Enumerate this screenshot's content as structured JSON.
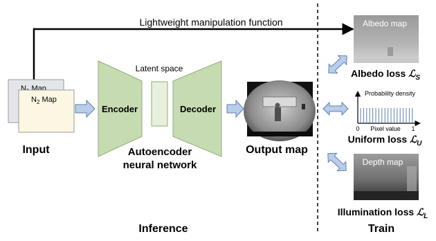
{
  "top_arrow_label": "Lightweight manipulation function",
  "input": {
    "map1_prefix": "N",
    "map1_sub": "1",
    "map1_suffix": " Map",
    "map2_prefix": "N",
    "map2_sub": "2",
    "map2_suffix": " Map",
    "caption": "Input"
  },
  "autoencoder": {
    "latent_label": "Latent space",
    "encoder_label": "Encoder",
    "decoder_label": "Decoder",
    "caption_line1": "Autoencoder",
    "caption_line2": "neural network"
  },
  "output_caption": "Output map",
  "inference_label": "Inference",
  "train_label": "Train",
  "albedo": {
    "image_label": "Albedo map",
    "loss_text": "Albedo loss ",
    "loss_symbol": "ℒ",
    "loss_sub": "S"
  },
  "uniform": {
    "y_label": "Probability density",
    "x_label": "Pixel value",
    "tick_zero": "0",
    "tick_one": "1",
    "loss_text": "Uniform loss ",
    "loss_symbol": "ℒ",
    "loss_sub": "U"
  },
  "illumination": {
    "image_label": "Depth map",
    "loss_text": "Illumination loss ",
    "loss_symbol": "ℒ",
    "loss_sub": "L"
  },
  "colors": {
    "network_fill": "#c6dbb2",
    "network_stroke": "#8fae79",
    "arrow_fill": "#b9cce8",
    "arrow_stroke": "#5b7fb3",
    "input_back_fill": "#e3e5e8",
    "input_front_fill": "#fbf7e3"
  }
}
